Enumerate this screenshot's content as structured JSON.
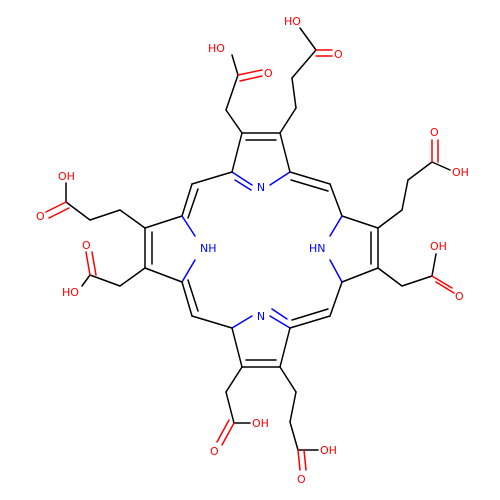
{
  "colors": {
    "background": "#ffffff",
    "carbon_bond": "#000000",
    "oxygen": "#ff0000",
    "nitrogen": "#0000ff"
  },
  "labels": {
    "hydroxyl": "OH",
    "hydroxyl_left": "HO",
    "oxygen": "O",
    "imine_n": "N",
    "nh_left": "NH",
    "nh_right": "HN"
  }
}
